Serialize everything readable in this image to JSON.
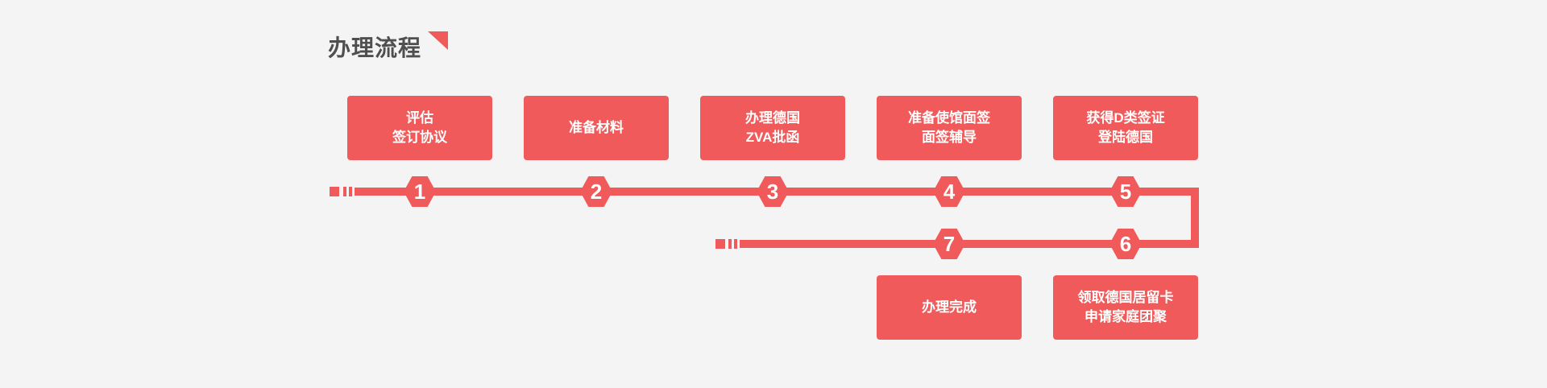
{
  "page": {
    "background_color": "#f4f4f4",
    "accent_color": "#f15a5a",
    "title_color": "#4f4f4f"
  },
  "header": {
    "title": "办理流程"
  },
  "flow": {
    "top_steps": [
      {
        "num": "1",
        "lines": [
          "评估",
          "签订协议"
        ]
      },
      {
        "num": "2",
        "lines": [
          "准备材料"
        ]
      },
      {
        "num": "3",
        "lines": [
          "办理德国",
          "ZVA批函"
        ]
      },
      {
        "num": "4",
        "lines": [
          "准备使馆面签",
          "面签辅导"
        ]
      },
      {
        "num": "5",
        "lines": [
          "获得D类签证",
          "登陆德国"
        ]
      }
    ],
    "bottom_steps": [
      {
        "num": "7",
        "lines": [
          "办理完成"
        ]
      },
      {
        "num": "6",
        "lines": [
          "领取德国居留卡",
          "申请家庭团聚"
        ]
      }
    ]
  }
}
